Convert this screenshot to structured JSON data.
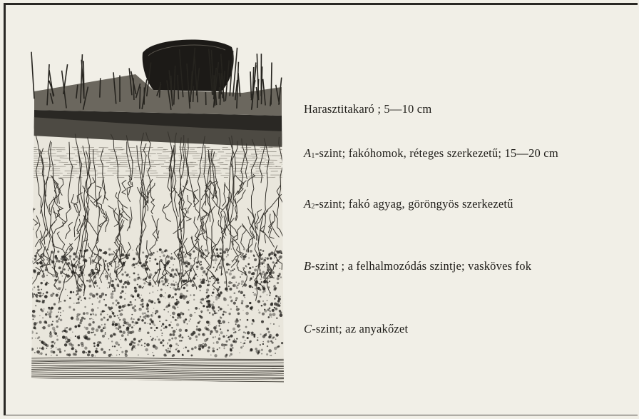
{
  "figure": {
    "name": "soil-profile-illustration"
  },
  "horizons": [
    {
      "symbol": "",
      "subscript": "",
      "text": "Harasztitakaró ;  5—10 cm"
    },
    {
      "symbol": "A",
      "subscript": "1",
      "text": "-szint;  fakóhomok,  réteges  szerkezetű;  15—20 cm"
    },
    {
      "symbol": "A",
      "subscript": "2",
      "text": "-szint;  fakó  agyag,  göröngyös  szerkezetű"
    },
    {
      "symbol": "B",
      "subscript": "",
      "text": "-szint ;  a  felhalmozódás  szintje;  vasköves  fok"
    },
    {
      "symbol": "C",
      "subscript": "",
      "text": "-szint;  az  anyakőzet"
    }
  ],
  "colors": {
    "paper": "#f1efe7",
    "ink": "#1e1c18"
  }
}
